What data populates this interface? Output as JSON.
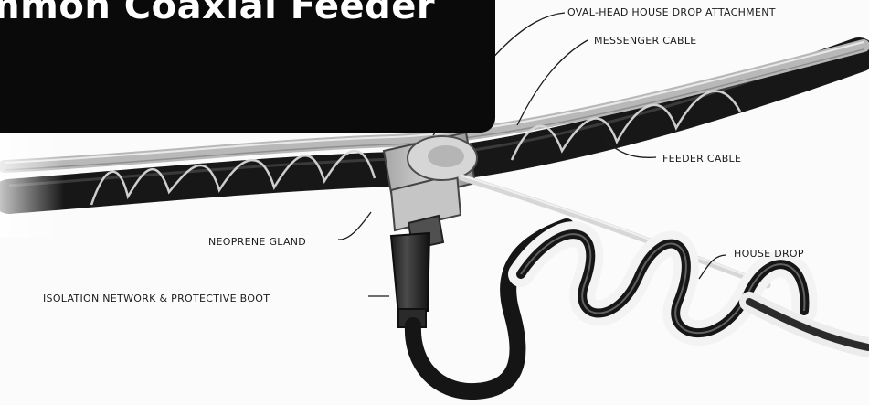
{
  "title": "mmon Coaxial Feeder",
  "labels": {
    "oval_head": "OVAL-HEAD HOUSE DROP ATTACHMENT",
    "messenger": "MESSENGER CABLE",
    "feeder": "FEEDER CABLE",
    "neoprene": "NEOPRENE GLAND",
    "house_drop": "HOUSE DROP",
    "isolation": "ISOLATION NETWORK & PROTECTIVE BOOT"
  }
}
